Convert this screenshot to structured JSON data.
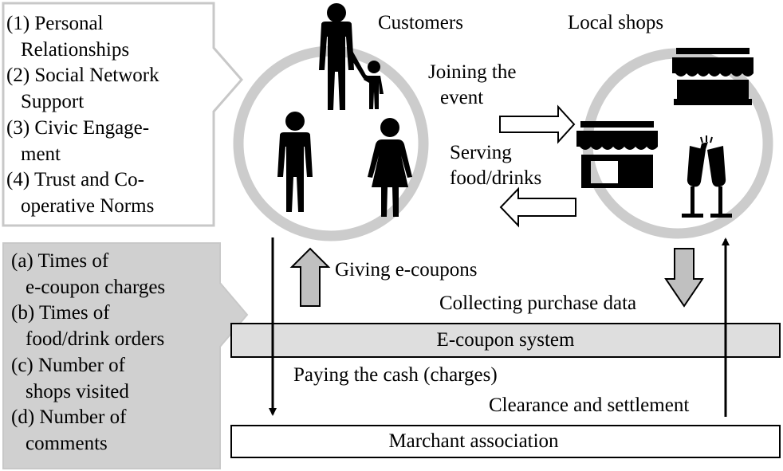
{
  "social_capital": {
    "items": [
      {
        "first": "(1) Personal",
        "second": "Relationships"
      },
      {
        "first": "(2) Social Network",
        "second": "Support"
      },
      {
        "first": "(3) Civic Engage-",
        "second": "ment"
      },
      {
        "first": "(4) Trust and Co-",
        "second": "operative Norms"
      }
    ]
  },
  "measures": {
    "items": [
      {
        "first": "(a) Times of",
        "second": "e-coupon charges"
      },
      {
        "first": "(b) Times of",
        "second": "food/drink orders"
      },
      {
        "first": "(c) Number of",
        "second": "shops visited"
      },
      {
        "first": "(d) Number of",
        "second": "comments"
      }
    ]
  },
  "actors": {
    "customers": "Customers",
    "local_shops": "Local shops"
  },
  "flows": {
    "joining_line1": "Joining the",
    "joining_line2": "event",
    "serving_line1": "Serving",
    "serving_line2": "food/drinks",
    "giving_ecoupons": "Giving e-coupons",
    "collecting_data": "Collecting purchase data",
    "paying_cash": "Paying the cash (charges)",
    "clearance": "Clearance and settlement"
  },
  "systems": {
    "ecoupon": "E-coupon system",
    "association": "Marchant association"
  },
  "colors": {
    "ring": "#cccccc",
    "panel_gray": "#d0d0d0",
    "bar_gray": "#dedede",
    "block_arrow_gray": "#c0c0c0",
    "icon": "#000000"
  }
}
